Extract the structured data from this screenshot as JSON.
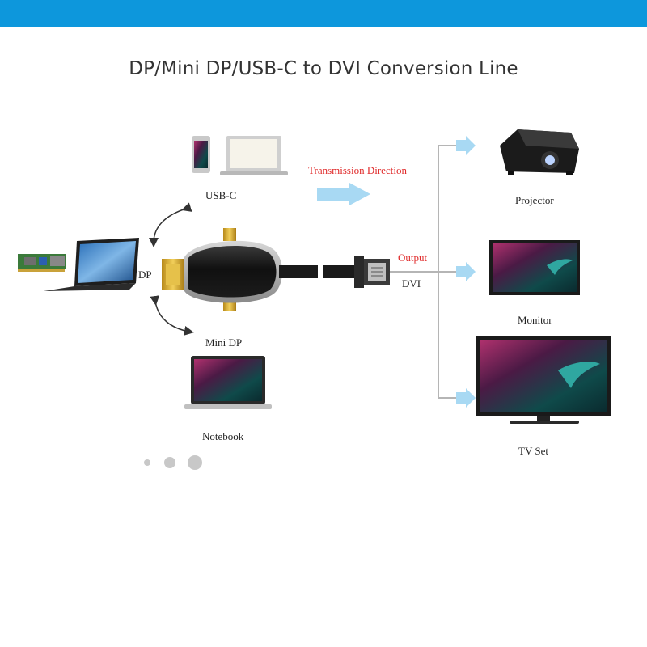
{
  "title": "DP/Mini DP/USB-C to DVI Conversion Line",
  "labels": {
    "usbc": "USB-C",
    "dp": "DP",
    "mini_dp": "Mini DP",
    "notebook": "Notebook",
    "transmission_direction": "Transmission Direction",
    "output": "Output",
    "dvi": "DVI",
    "projector": "Projector",
    "monitor": "Monitor",
    "tv_set": "TV Set"
  },
  "colors": {
    "header_bar": "#0d97dc",
    "flow_arrow": "#a8d9f3",
    "annotation_red": "#e02a2a"
  },
  "carousel": {
    "pages": 3
  }
}
